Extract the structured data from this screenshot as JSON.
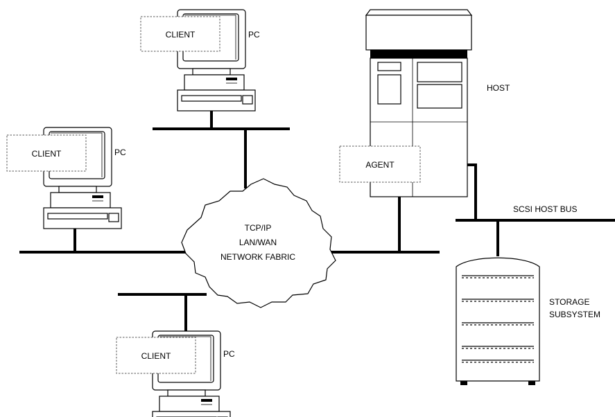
{
  "labels": {
    "client": "CLIENT",
    "pc": "PC",
    "host": "HOST",
    "agent": "AGENT",
    "scsi_host_bus": "SCSI HOST BUS",
    "network_line1": "TCP/IP",
    "network_line2": "LAN/WAN",
    "network_line3": "NETWORK FABRIC",
    "storage_line1": "STORAGE",
    "storage_line2": "SUBSYSTEM"
  }
}
